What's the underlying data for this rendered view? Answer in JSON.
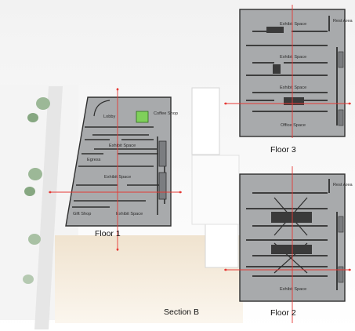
{
  "plans": {
    "floor1": {
      "caption": "Floor 1",
      "rooms": {
        "lobby": "Lobby",
        "coffee": "Coffee Shop",
        "exhibit_a": "Exhibit Space",
        "egress": "Egress",
        "exhibit_b": "Exhibit Space",
        "gift": "Gift Shop",
        "exhibit_c": "Exhibit Space"
      }
    },
    "floor2": {
      "caption": "Floor 2",
      "rooms": {
        "rest": "Rest Area",
        "exhibit": "Exhibit Space"
      }
    },
    "floor3": {
      "caption": "Floor 3",
      "rooms": {
        "exhibit_a": "Exhibit Space",
        "rest": "Rest Area",
        "exhibit_b": "Exhibit Space",
        "exhibit_c": "Exhibit Space",
        "office": "Office Space"
      }
    }
  },
  "section_label": "Section B",
  "colors": {
    "floor_fill": "#a8aaac",
    "wall": "#2f2f2f",
    "section_line": "#e53935",
    "highlight": "#7fd05a",
    "tree": "#8fb08a",
    "ground": "#e9d8c0"
  }
}
